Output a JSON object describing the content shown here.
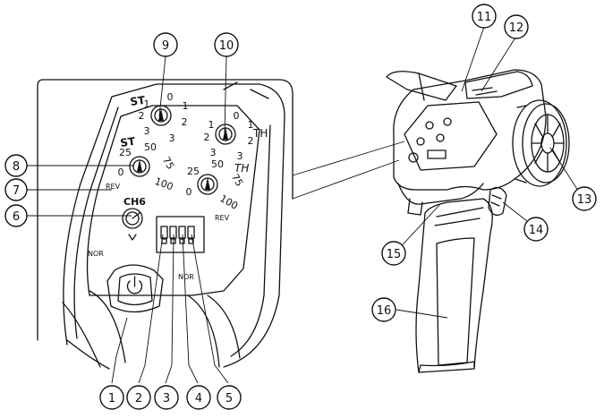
{
  "panel": {
    "labels": {
      "st_trim": "ST",
      "st_dr": "ST",
      "th_trim": "TH",
      "th_dr": "TH",
      "ch6": "CH6",
      "rev_left": "REV",
      "rev_right": "REV",
      "nor_left": "NOR",
      "nor_right": "NOR"
    },
    "trim_scale": [
      "0",
      "1",
      "2",
      "3",
      "3",
      "2",
      "1"
    ],
    "dr_scale": [
      "25",
      "50",
      "75",
      "0",
      "100"
    ]
  },
  "callouts": [
    {
      "num": "1"
    },
    {
      "num": "2"
    },
    {
      "num": "3"
    },
    {
      "num": "4"
    },
    {
      "num": "5"
    },
    {
      "num": "6"
    },
    {
      "num": "7"
    },
    {
      "num": "8"
    },
    {
      "num": "9"
    },
    {
      "num": "10"
    },
    {
      "num": "11"
    },
    {
      "num": "12"
    },
    {
      "num": "13"
    },
    {
      "num": "14"
    },
    {
      "num": "15"
    },
    {
      "num": "16"
    }
  ]
}
